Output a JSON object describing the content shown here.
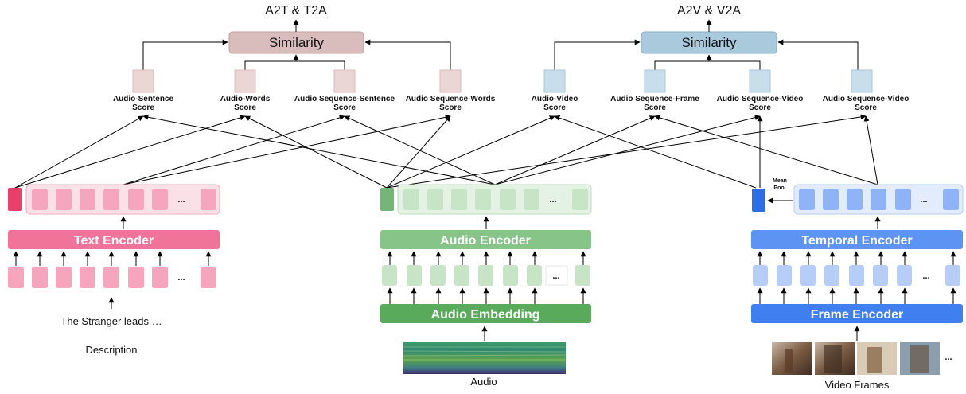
{
  "headers": {
    "left": "A2T & T2A",
    "right": "A2V & V2A"
  },
  "similarity": {
    "left": "Similarity",
    "right": "Similarity"
  },
  "scores": [
    {
      "line1": "Audio-Sentence",
      "line2": "Score"
    },
    {
      "line1": "Audio-Words",
      "line2": "Score"
    },
    {
      "line1": "Audio Sequence-Sentence",
      "line2": "Score"
    },
    {
      "line1": "Audio Sequence-Words",
      "line2": "Score"
    },
    {
      "line1": "Audio-Video",
      "line2": "Score"
    },
    {
      "line1": "Audio Sequence-Frame",
      "line2": "Score"
    },
    {
      "line1": "Audio Sequence-Video",
      "line2": "Score"
    },
    {
      "line1": "Audio Sequence-Video",
      "line2": "Score"
    }
  ],
  "encoders": {
    "text": "Text Encoder",
    "audio": "Audio Encoder",
    "audio_embedding": "Audio Embedding",
    "temporal": "Temporal Encoder",
    "frame": "Frame Encoder"
  },
  "ellipsis": "...",
  "mean_pool": {
    "line1": "Mean",
    "line2": "Pool"
  },
  "inputs": {
    "text_sample": "The Stranger leads …",
    "description": "Description",
    "audio": "Audio",
    "video": "Video Frames"
  },
  "colors": {
    "text_pink": "#f07399",
    "text_pink_light": "#f5a5bd",
    "text_cls": "#e8406b",
    "audio_green": "#5aaa5c",
    "audio_green_light": "#86c587",
    "audio_token": "#c8e4c7",
    "video_blue": "#4a86f0",
    "video_blue_light": "#8fb3f7",
    "video_token": "#b6cdf8",
    "sim_left": "#d9bcbc",
    "sim_right": "#a9c9dc",
    "score_left": "#ebd6d6",
    "score_right": "#c9deeb"
  }
}
